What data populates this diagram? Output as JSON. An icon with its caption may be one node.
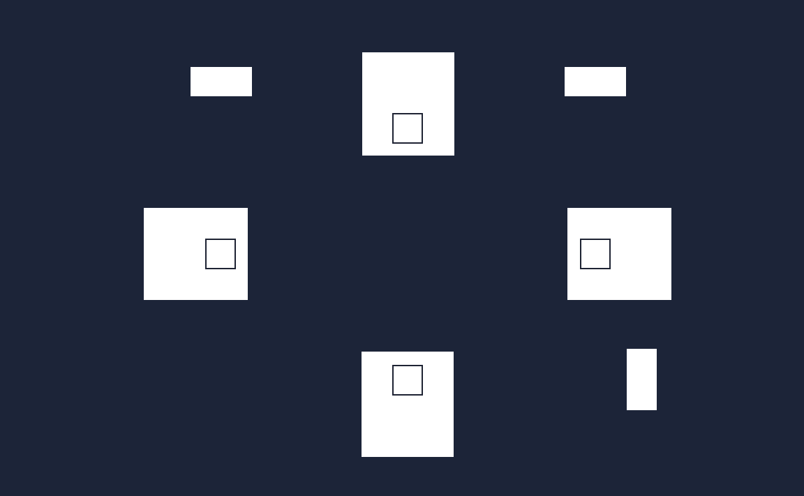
{
  "diagram": {
    "nodes": [
      {
        "text": [],
        "shape": "box"
      },
      {
        "text": [],
        "shape": "box"
      },
      {
        "text": [],
        "shape": "box",
        "in": 1
      },
      {
        "text": [],
        "shape": "box"
      },
      {
        "text": [],
        "shape": "box"
      },
      {
        "text": [],
        "shape": "box",
        "in": 4
      },
      {
        "text": [],
        "shape": "box"
      },
      {
        "text": [],
        "shape": "box",
        "in": 6
      },
      {
        "text": [],
        "shape": "box"
      },
      {
        "text": [],
        "shape": "box",
        "in": 8
      },
      {
        "text": [],
        "shape": "box"
      }
    ]
  }
}
